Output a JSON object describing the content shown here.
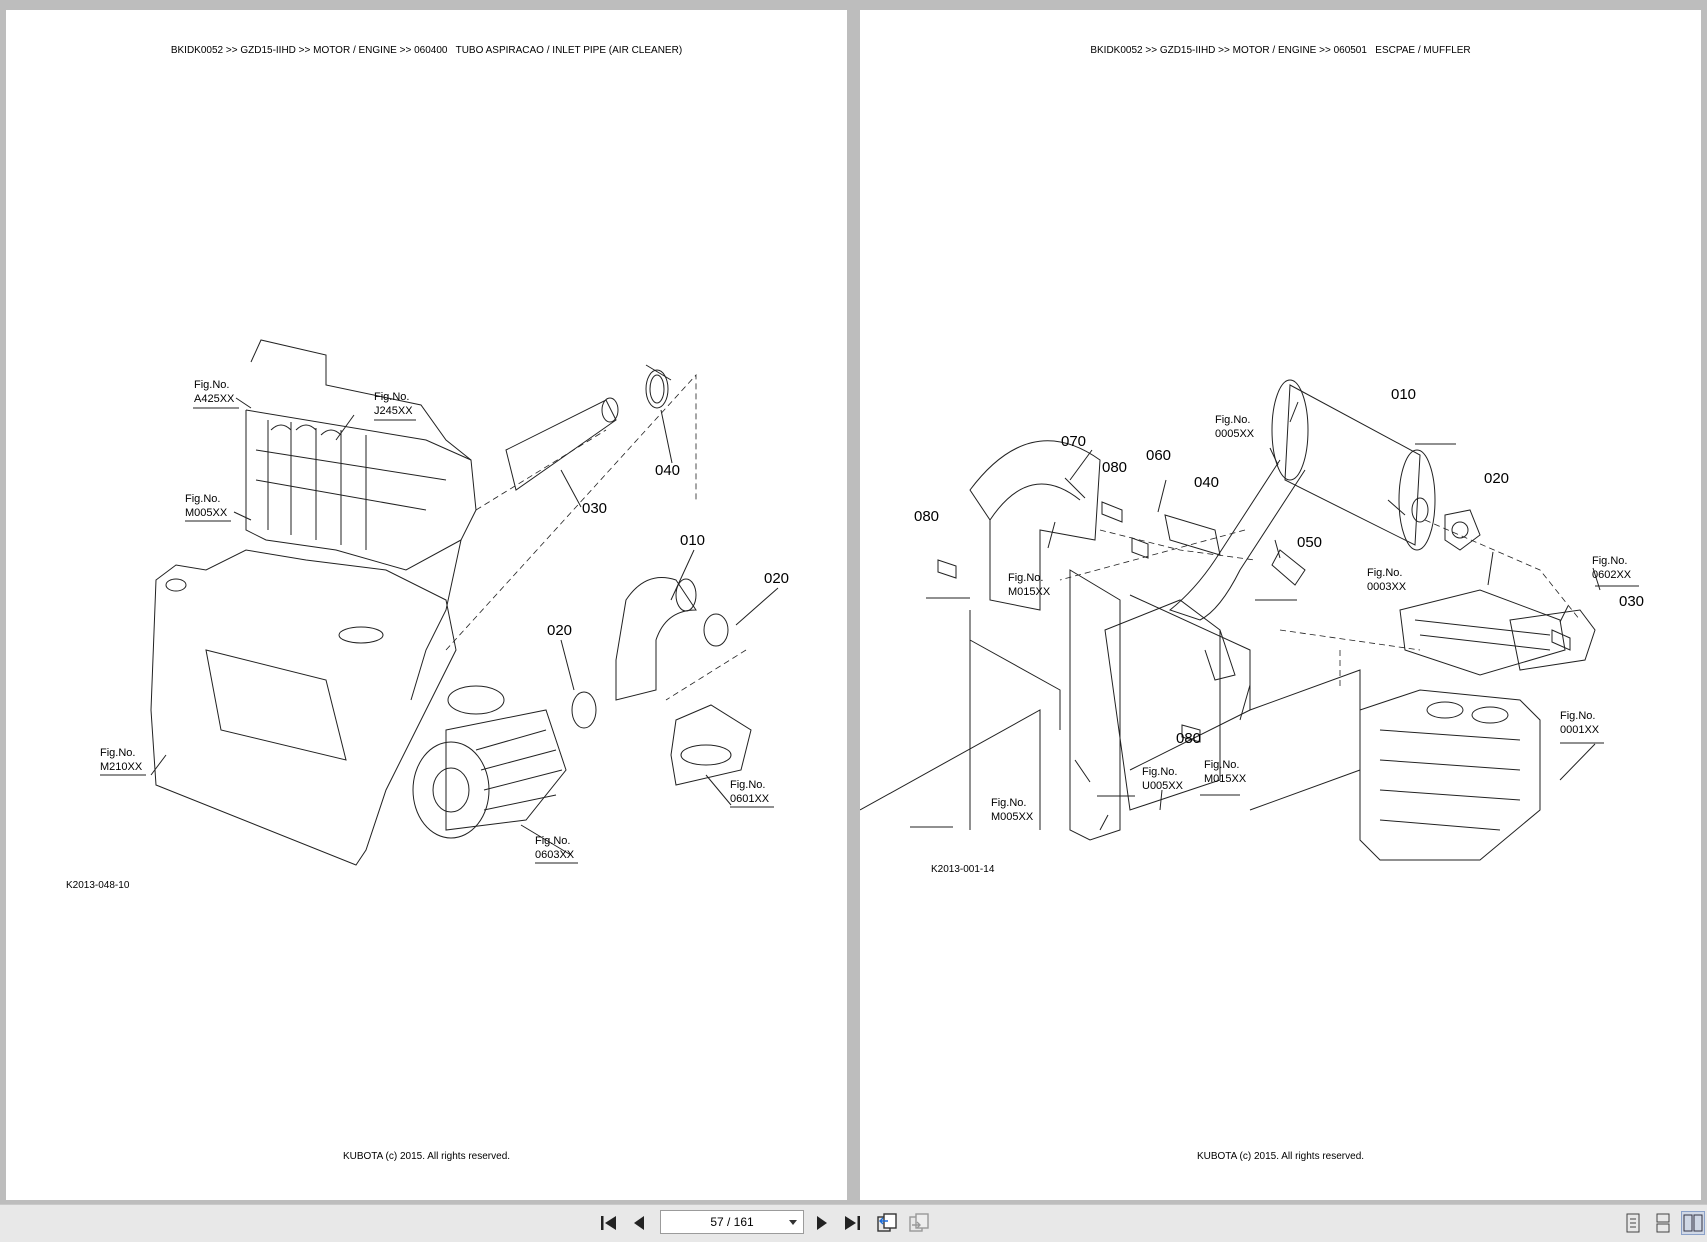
{
  "pages": [
    {
      "header": "BKIDK0052 >> GZD15-IIHD >> MOTOR / ENGINE >> 060400   TUBO ASPIRACAO / INLET PIPE (AIR CLEANER)",
      "footer": "KUBOTA (c) 2015. All rights reserved.",
      "drawing_code": "K2013-048-10",
      "fig_refs": [
        "A425XX",
        "J245XX",
        "M005XX",
        "M210XX",
        "0603XX",
        "0601XX"
      ],
      "fig_label": "Fig.No.",
      "part_numbers": [
        "010",
        "020",
        "020",
        "030",
        "040"
      ]
    },
    {
      "header": "BKIDK0052 >> GZD15-IIHD >> MOTOR / ENGINE >> 060501   ESCPAE / MUFFLER",
      "footer": "KUBOTA (c) 2015. All rights reserved.",
      "drawing_code": "K2013-001-14",
      "fig_refs": [
        "0005XX",
        "M015XX",
        "0003XX",
        "0602XX",
        "0001XX",
        "M005XX",
        "U005XX",
        "M015XX"
      ],
      "fig_label": "Fig.No.",
      "part_numbers": [
        "010",
        "020",
        "030",
        "040",
        "050",
        "060",
        "070",
        "080",
        "080",
        "080"
      ]
    }
  ],
  "toolbar": {
    "page_indicator": "57 / 161",
    "icons": [
      "first-page-icon",
      "prev-page-icon",
      "next-page-icon",
      "last-page-icon",
      "back-view-icon",
      "forward-view-icon",
      "single-page-view-icon",
      "continuous-view-icon",
      "two-page-view-icon"
    ]
  }
}
